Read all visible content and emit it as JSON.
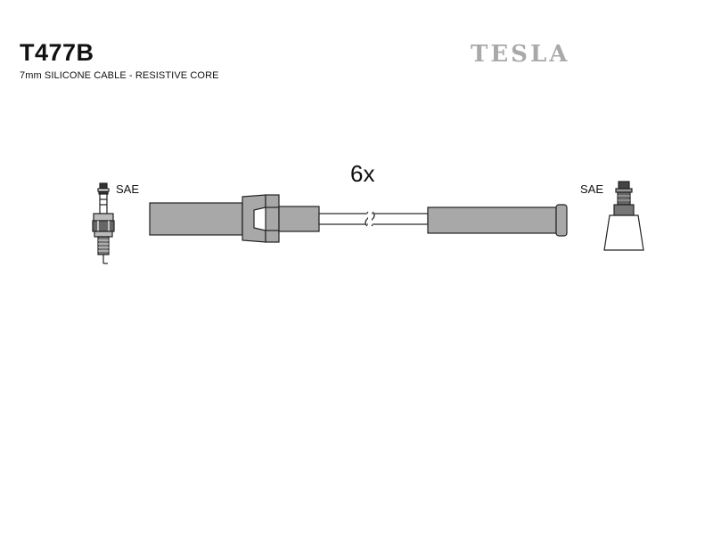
{
  "header": {
    "part_number": "T477B",
    "description": "7mm SILICONE CABLE - RESISTIVE CORE",
    "brand": "TESLA"
  },
  "diagram": {
    "quantity_label": "6x",
    "left_connector_label": "SAE",
    "right_connector_label": "SAE"
  },
  "colors": {
    "cable_fill": "#a8a8a8",
    "outline": "#222222",
    "brand": "#a9a9a9",
    "boot_fill": "#ffffff"
  },
  "icons": {
    "spark_plug": "spark-plug-icon",
    "distributor_boot": "distributor-boot-icon"
  }
}
